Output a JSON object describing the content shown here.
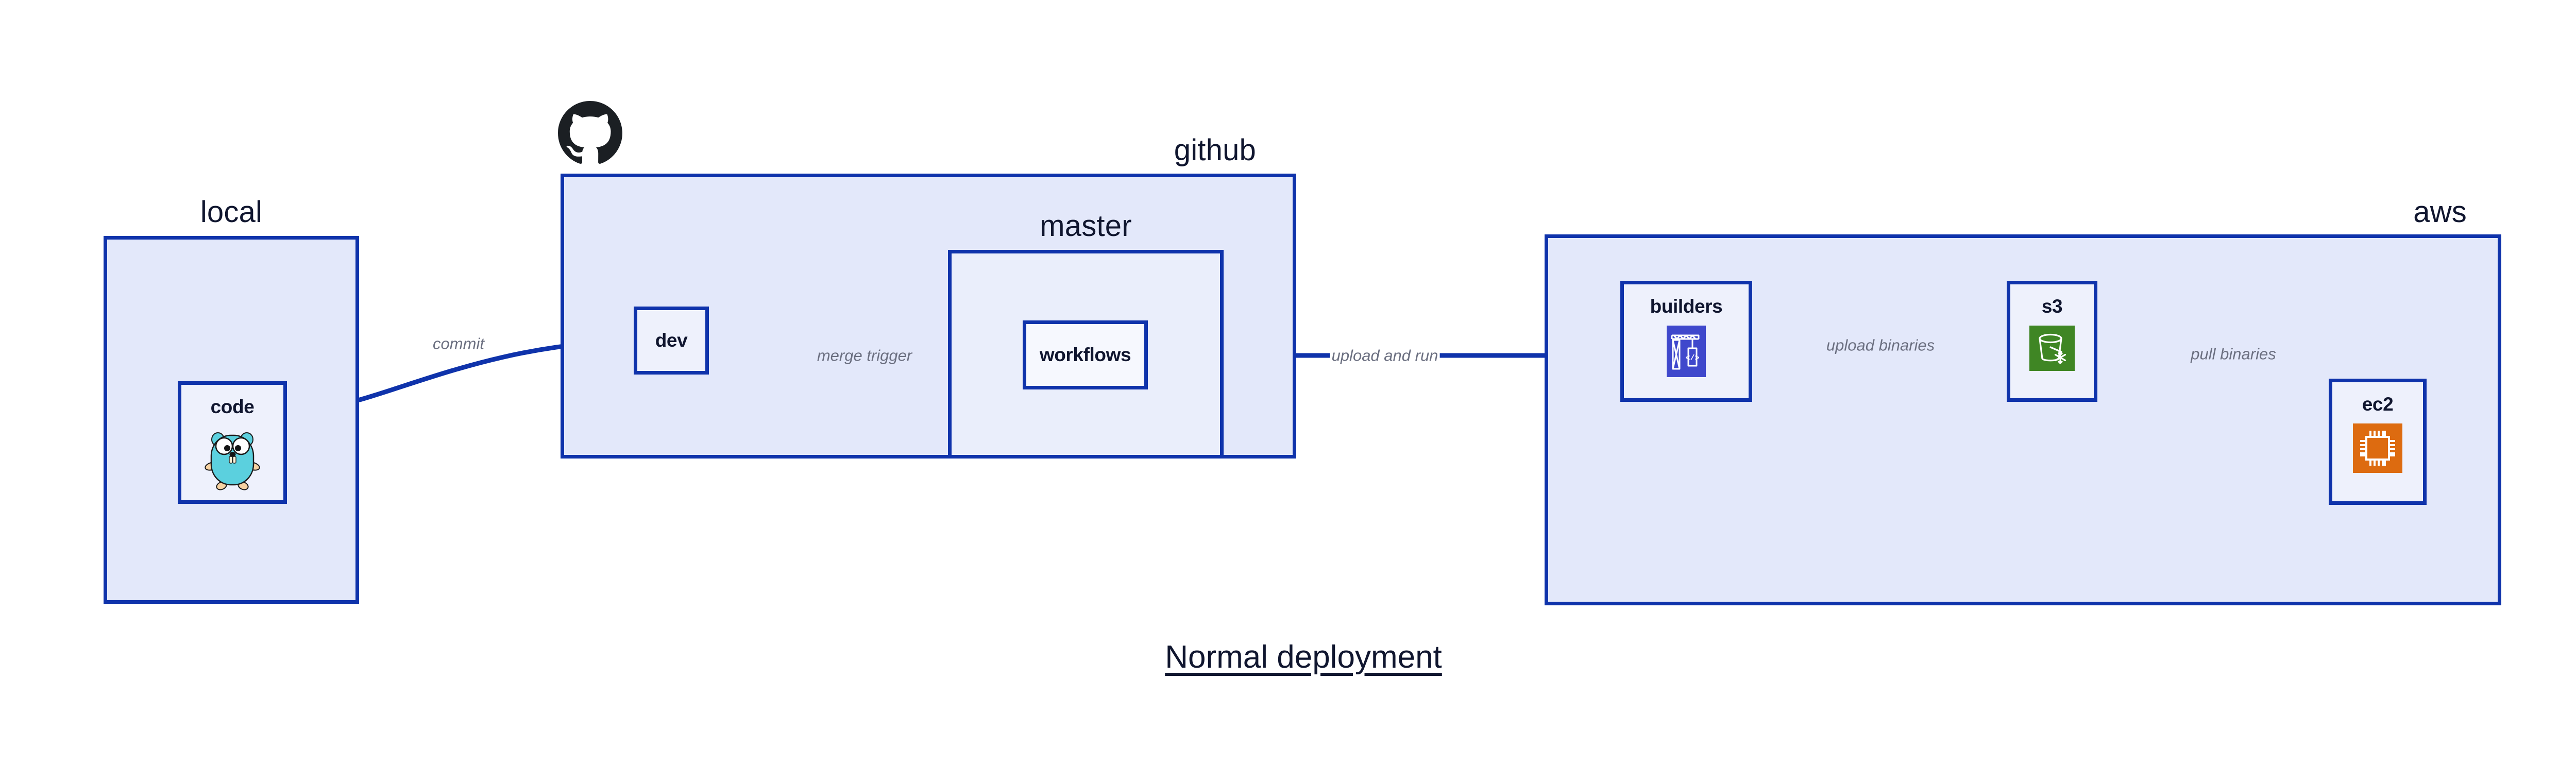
{
  "title": "Normal deployment",
  "colors": {
    "edge": "#0f33ab",
    "cluster_border": "#0f33ab",
    "cluster_fill": "#e3e8fa",
    "node_fill": "#eef1fc",
    "text": "#10162f",
    "edge_label_text": "#6b6f80",
    "go_gopher": "#5bd0de",
    "builders_icon": "#3f48cc",
    "s3_icon": "#3f8624",
    "ec2_icon": "#dd6b10",
    "octocat": "#1b1f23"
  },
  "clusters": [
    {
      "id": "local",
      "label": "local",
      "label_align": "center"
    },
    {
      "id": "github",
      "label": "github",
      "label_align": "right"
    },
    {
      "id": "master",
      "label": "master",
      "label_align": "center"
    },
    {
      "id": "aws",
      "label": "aws",
      "label_align": "right"
    }
  ],
  "nodes": [
    {
      "id": "code",
      "label": "code",
      "icon": "go-gopher-icon",
      "cluster": "local"
    },
    {
      "id": "dev",
      "label": "dev",
      "icon": null,
      "cluster": "github"
    },
    {
      "id": "workflows",
      "label": "workflows",
      "icon": null,
      "cluster": "master"
    },
    {
      "id": "builders",
      "label": "builders",
      "icon": "aws-builders-icon",
      "cluster": "aws"
    },
    {
      "id": "s3",
      "label": "s3",
      "icon": "aws-s3-icon",
      "cluster": "aws"
    },
    {
      "id": "ec2",
      "label": "ec2",
      "icon": "aws-ec2-icon",
      "cluster": "aws"
    }
  ],
  "edges": [
    {
      "id": "code-dev",
      "label": "commit",
      "from": "code",
      "to": "dev"
    },
    {
      "id": "dev-workflows",
      "label": "merge trigger",
      "from": "dev",
      "to": "workflows"
    },
    {
      "id": "workflows-build",
      "label": "upload and run",
      "from": "workflows",
      "to": "builders"
    },
    {
      "id": "builders-s3",
      "label": "upload binaries",
      "from": "builders",
      "to": "s3"
    },
    {
      "id": "s3-ec2",
      "label": "pull binaries",
      "from": "s3",
      "to": "ec2"
    }
  ],
  "logos": [
    {
      "id": "github-logo",
      "name": "github-octocat-icon"
    }
  ]
}
